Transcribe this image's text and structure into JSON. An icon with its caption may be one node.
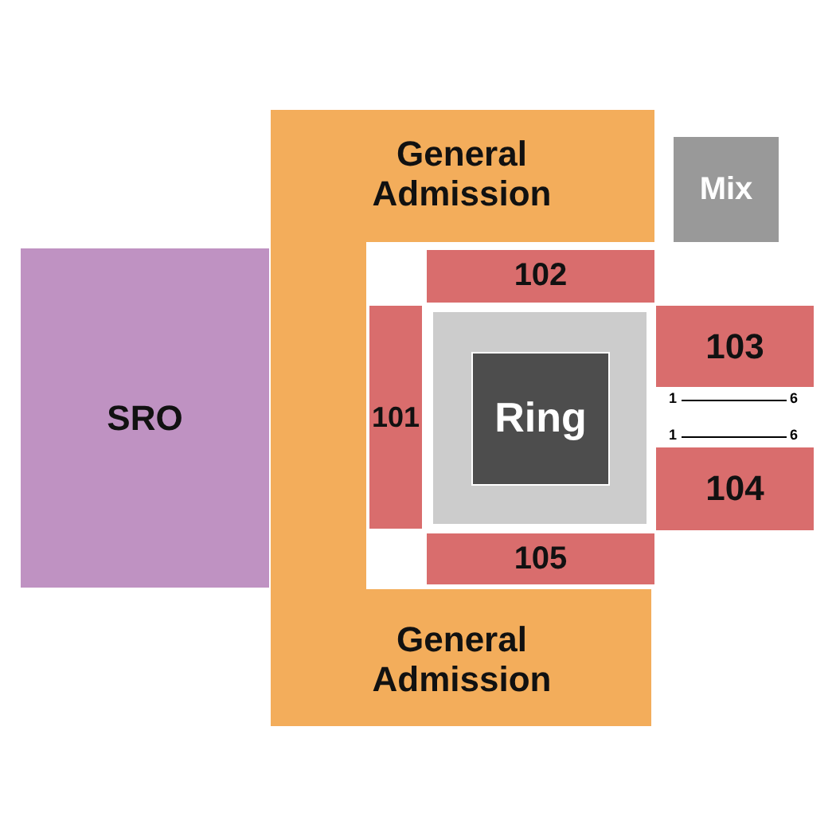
{
  "diagram": {
    "nodes": [
      {
        "text": [
          "General Admission",
          "General Admission"
        ]
      },
      {
        "text": [
          "Mix"
        ]
      },
      {
        "text": [
          "SRO"
        ]
      },
      {
        "text": [
          "102"
        ]
      },
      {
        "text": [
          "101"
        ]
      },
      {
        "text": [],
        "shape": "box"
      },
      {
        "text": [
          "Ring"
        ],
        "in": 5
      },
      {
        "text": [
          "103"
        ]
      },
      {
        "text": [
          "104"
        ]
      },
      {
        "text": [
          "105"
        ]
      }
    ],
    "labels": [
      "1",
      "6",
      "1",
      "6"
    ]
  }
}
